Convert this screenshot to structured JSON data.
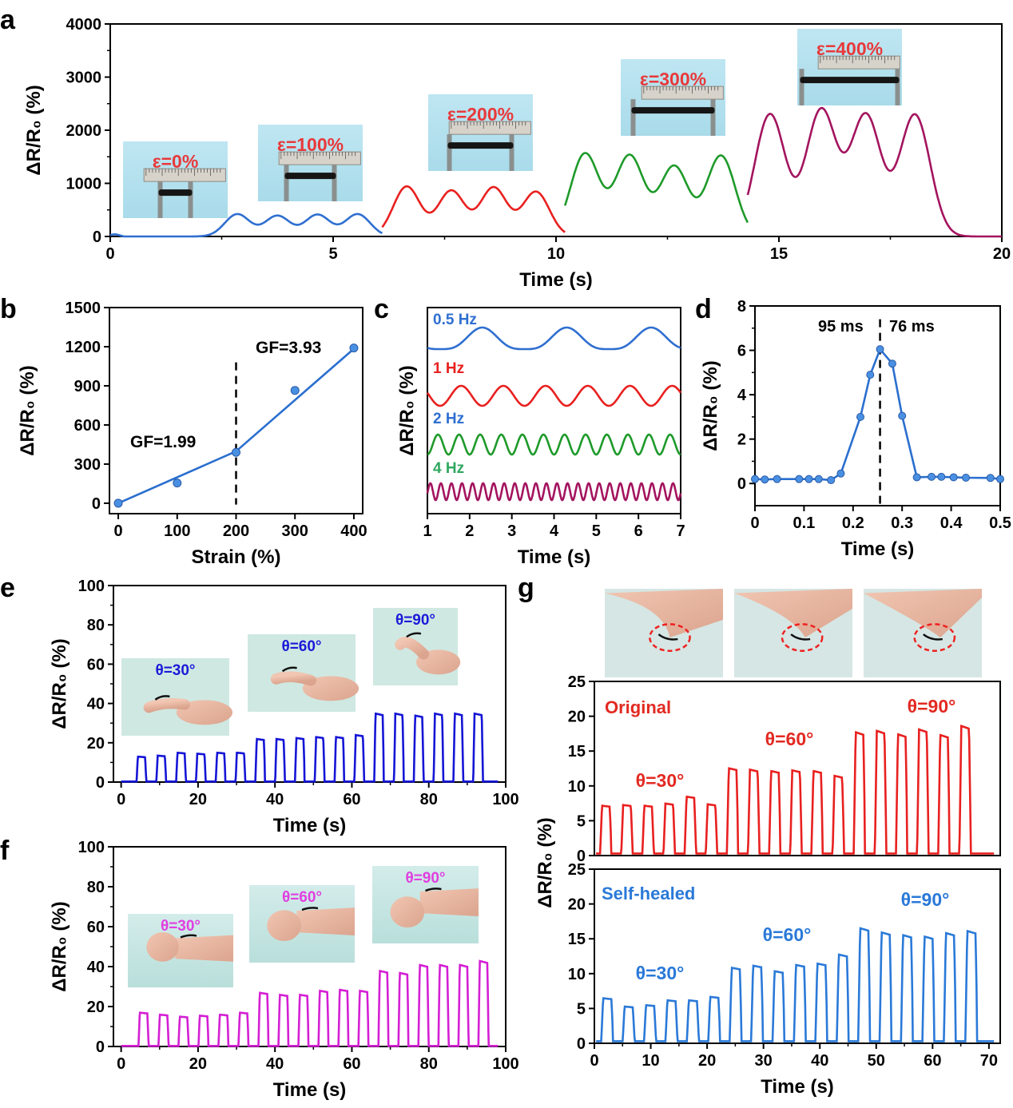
{
  "chart_data": [
    {
      "panel": "a",
      "type": "line",
      "xlabel": "Time (s)",
      "ylabel": "ΔR/R₀ (%)",
      "xlim": [
        0,
        20
      ],
      "ylim": [
        -100,
        4000
      ],
      "xticks": [
        0,
        5,
        10,
        15,
        20
      ],
      "yticks": [
        0,
        1000,
        2000,
        3000,
        4000
      ],
      "grid": false,
      "series": [
        {
          "color": "#2f6fd0",
          "x_range": [
            0,
            6.1
          ],
          "baseline": 0,
          "peak_times": [
            2.85,
            3.75,
            4.65,
            5.55
          ],
          "peak_values": [
            420,
            390,
            410,
            420
          ]
        },
        {
          "color": "#e8201f",
          "x_range": [
            6.1,
            10.2
          ],
          "baseline": 0,
          "peak_times": [
            6.65,
            7.65,
            8.6,
            9.55
          ],
          "peak_values": [
            940,
            860,
            920,
            840
          ]
        },
        {
          "color": "#1e9a2a",
          "x_range": [
            10.2,
            14.3
          ],
          "baseline": 0,
          "peak_times": [
            10.65,
            11.65,
            12.65,
            13.7
          ],
          "peak_values": [
            1560,
            1520,
            1320,
            1520
          ]
        },
        {
          "color": "#a3145f",
          "x_range": [
            14.3,
            20
          ],
          "baseline": 0,
          "peak_times": [
            14.8,
            15.95,
            16.95,
            18.05
          ],
          "peak_values": [
            2300,
            2380,
            2280,
            2290
          ]
        }
      ],
      "annotations": [
        "ε=0%",
        "ε=100%",
        "ε=200%",
        "ε=300%",
        "ε=400%"
      ]
    },
    {
      "panel": "b",
      "type": "scatter",
      "xlabel": "Strain (%)",
      "ylabel": "ΔR/R₀ (%)",
      "xlim": [
        -15,
        415
      ],
      "ylim": [
        -80,
        1500
      ],
      "xticks": [
        0,
        100,
        200,
        300,
        400
      ],
      "yticks": [
        0,
        300,
        600,
        900,
        1200,
        1500
      ],
      "grid": false,
      "x": [
        0,
        100,
        200,
        300,
        400
      ],
      "y": [
        0,
        155,
        390,
        865,
        1190
      ],
      "fit_lines": [
        {
          "x": [
            0,
            200
          ],
          "y": [
            0,
            398
          ]
        },
        {
          "x": [
            200,
            400
          ],
          "y": [
            398,
            1184
          ]
        }
      ],
      "vline_x": 200,
      "annotations": [
        "GF=1.99",
        "GF=3.93"
      ]
    },
    {
      "panel": "c",
      "type": "line",
      "xlabel": "Time (s)",
      "ylabel": "ΔR/R₀ (%)",
      "xlim": [
        1,
        7
      ],
      "xticks": [
        1,
        2,
        3,
        4,
        5,
        6,
        7
      ],
      "grid": false,
      "series": [
        {
          "name": "0.5 Hz",
          "color": "#2f6fd0",
          "frequency_hz": 0.5,
          "phase_peak_t": 2.3
        },
        {
          "name": "1 Hz",
          "color": "#e8201f",
          "frequency_hz": 1,
          "phase_peak_t": 1.8
        },
        {
          "name": "2 Hz",
          "color": "#1e9a2a",
          "frequency_hz": 2,
          "phase_peak_t": 1.25
        },
        {
          "name": "4 Hz",
          "color": "#a3145f",
          "frequency_hz": 4,
          "phase_peak_t": 1.07
        }
      ],
      "legend_colors": [
        "#2f6fd0",
        "#e8201f",
        "#2f6fd0",
        "#2fa860"
      ]
    },
    {
      "panel": "d",
      "type": "line",
      "xlabel": "Time (s)",
      "ylabel": "ΔR/R₀ (%)",
      "xlim": [
        0,
        0.5
      ],
      "ylim": [
        -1,
        8
      ],
      "xticks": [
        0,
        0.1,
        0.2,
        0.3,
        0.4,
        0.5
      ],
      "yticks": [
        0,
        2,
        4,
        6,
        8
      ],
      "grid": false,
      "x": [
        0,
        0.02,
        0.045,
        0.09,
        0.11,
        0.13,
        0.155,
        0.175,
        0.215,
        0.235,
        0.255,
        0.28,
        0.3,
        0.33,
        0.36,
        0.38,
        0.405,
        0.43,
        0.48,
        0.5
      ],
      "y": [
        0.2,
        0.18,
        0.2,
        0.2,
        0.2,
        0.2,
        0.15,
        0.45,
        3.0,
        4.9,
        6.05,
        5.4,
        3.05,
        0.28,
        0.3,
        0.3,
        0.28,
        0.26,
        0.25,
        0.2
      ],
      "vline_x": 0.255,
      "annotations": [
        "95 ms",
        "76 ms"
      ]
    },
    {
      "panel": "e",
      "type": "line",
      "xlabel": "Time (s)",
      "ylabel": "ΔR/R₀ (%)",
      "xlim": [
        -2,
        100
      ],
      "ylim": [
        0,
        100
      ],
      "xticks": [
        0,
        20,
        40,
        60,
        80,
        100
      ],
      "yticks": [
        0,
        20,
        40,
        60,
        80,
        100
      ],
      "grid": false,
      "series": [
        {
          "color": "#1515d6",
          "pulse_start": 4,
          "pulse_period": 5.15,
          "pulse_width": 2.5,
          "pulse_levels": [
            13,
            13.5,
            15,
            14.5,
            15,
            15,
            22,
            22,
            22.5,
            23,
            23,
            24,
            35,
            35,
            34,
            35,
            35,
            35
          ]
        }
      ],
      "annotations": [
        "θ=30°",
        "θ=60°",
        "θ=90°"
      ]
    },
    {
      "panel": "f",
      "type": "line",
      "xlabel": "Time (s)",
      "ylabel": "ΔR/R₀ (%)",
      "xlim": [
        -2,
        100
      ],
      "ylim": [
        0,
        100
      ],
      "xticks": [
        0,
        20,
        40,
        60,
        80,
        100
      ],
      "yticks": [
        0,
        20,
        40,
        60,
        80,
        100
      ],
      "grid": false,
      "series": [
        {
          "color": "#d41fd4",
          "pulse_start": 4.5,
          "pulse_period": 5.2,
          "pulse_width": 2.6,
          "pulse_levels": [
            17,
            16,
            15,
            15.5,
            16,
            17,
            27,
            26,
            26,
            28,
            28.5,
            28,
            38,
            37,
            41,
            41,
            41,
            43
          ]
        }
      ],
      "annotations": [
        "θ=30°",
        "θ=60°",
        "θ=90°"
      ]
    },
    {
      "panel": "g",
      "type": "line",
      "xlabel": "Time (s)",
      "ylabel": "ΔR/R₀ (%)",
      "xlim": [
        0,
        72
      ],
      "xticks": [
        0,
        10,
        20,
        30,
        40,
        50,
        60,
        70
      ],
      "grid": false,
      "subplots": [
        {
          "name": "Original",
          "color": "#e8201f",
          "ylim": [
            0,
            25
          ],
          "yticks": [
            0,
            5,
            10,
            15,
            20,
            25
          ],
          "pulse_start": 1,
          "pulse_period": 3.75,
          "pulse_width": 2.0,
          "pulse_levels": [
            7.2,
            7.3,
            7.2,
            7.5,
            8.5,
            7.4,
            12.6,
            12.4,
            12.2,
            12.3,
            12.2,
            11.5,
            17.8,
            18,
            17.5,
            18.2,
            17.4,
            18.7
          ]
        },
        {
          "name": "Self-healed",
          "color": "#2a79d8",
          "ylim": [
            0,
            25
          ],
          "yticks": [
            0,
            5,
            10,
            15,
            20,
            25
          ],
          "pulse_start": 1.2,
          "pulse_period": 3.8,
          "pulse_width": 2.1,
          "pulse_levels": [
            6.5,
            5.3,
            5.5,
            6.2,
            6.2,
            6.7,
            10.9,
            11.2,
            10.4,
            11.3,
            11.5,
            12.8,
            16.6,
            16,
            15.6,
            15.4,
            15.9,
            16.2
          ]
        }
      ],
      "annotations": [
        "θ=30°",
        "θ=60°",
        "θ=90°",
        "θ=30°",
        "θ=60°",
        "θ=90°"
      ]
    }
  ],
  "panel_letters": [
    "a",
    "b",
    "c",
    "d",
    "e",
    "f",
    "g"
  ],
  "colors": {
    "red_label": "#e8393a",
    "blue_label": "#1a1ad8",
    "magenta_label": "#e03fe0",
    "axis": "#000000"
  }
}
